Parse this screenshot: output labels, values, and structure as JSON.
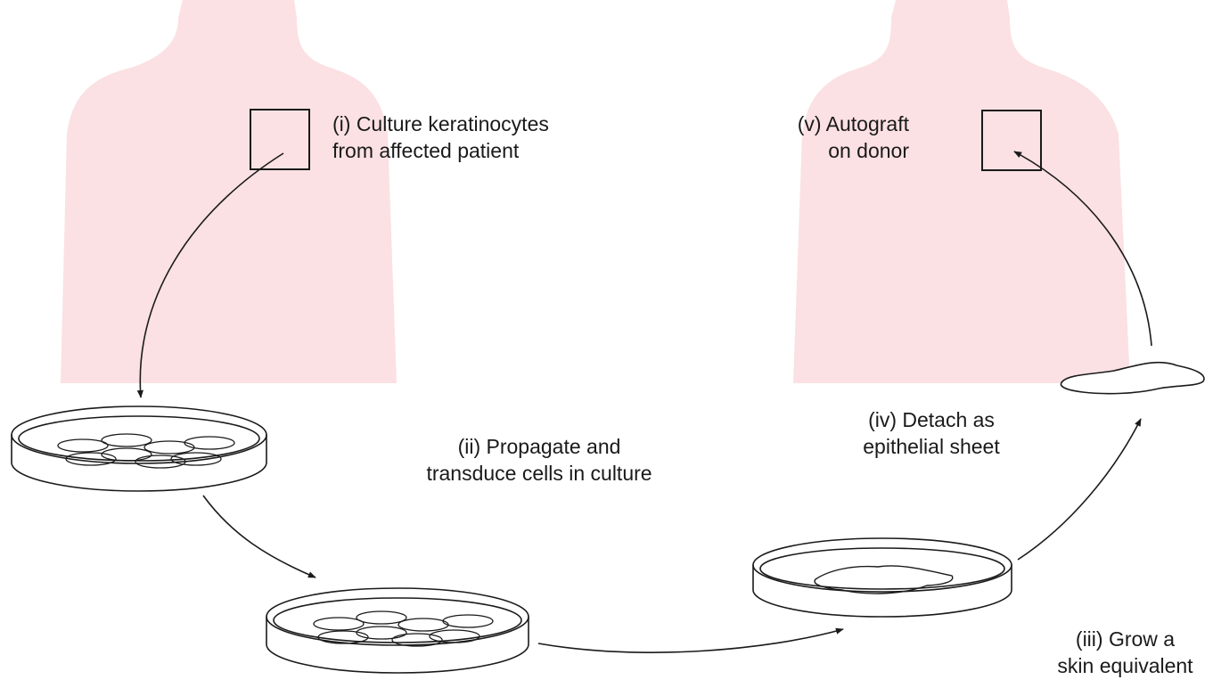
{
  "steps": [
    {
      "id": "i",
      "lines": [
        "(i) Culture keratinocytes",
        "from affected patient"
      ]
    },
    {
      "id": "ii",
      "lines": [
        "(ii) Propagate and",
        "transduce cells in culture"
      ]
    },
    {
      "id": "iii",
      "lines": [
        "(iii) Grow a",
        "skin equivalent"
      ]
    },
    {
      "id": "iv",
      "lines": [
        "(iv) Detach as",
        "epithelial sheet"
      ]
    },
    {
      "id": "v",
      "lines": [
        "(v) Autograft",
        "on donor"
      ]
    }
  ],
  "colors": {
    "silhouette": "#fbe1e3",
    "ink": "#1a1a1a"
  }
}
